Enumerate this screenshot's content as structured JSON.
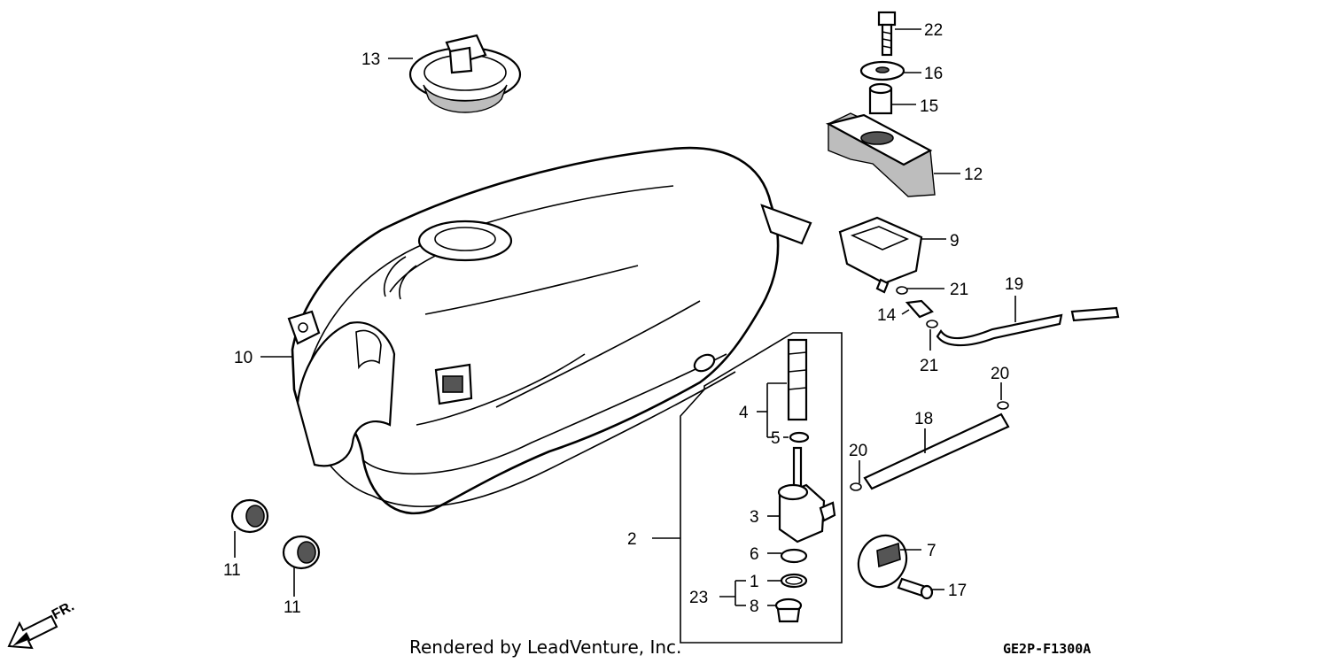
{
  "callouts": {
    "c1": "1",
    "c2": "2",
    "c3": "3",
    "c4": "4",
    "c5": "5",
    "c6": "6",
    "c7": "7",
    "c8": "8",
    "c9": "9",
    "c10": "10",
    "c11a": "11",
    "c11b": "11",
    "c12": "12",
    "c13": "13",
    "c14": "14",
    "c15": "15",
    "c16": "16",
    "c17": "17",
    "c18": "18",
    "c19": "19",
    "c20a": "20",
    "c20b": "20",
    "c21a": "21",
    "c21b": "21",
    "c22": "22",
    "c23": "23"
  },
  "footer": {
    "credit": "Rendered by LeadVenture, Inc.",
    "diagram_code": "GE2P-F1300A"
  },
  "direction": {
    "label": "FR."
  }
}
